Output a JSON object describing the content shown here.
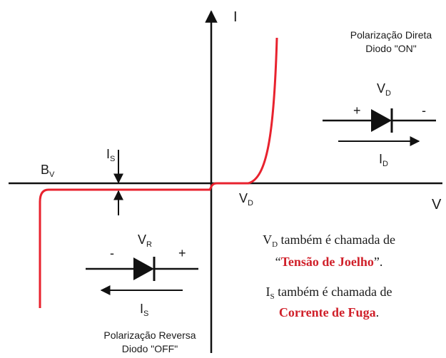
{
  "axes": {
    "y_label": "I",
    "x_label": "V"
  },
  "labels": {
    "breakdown": {
      "main": "B",
      "sub": "V"
    },
    "is_left": {
      "main": "I",
      "sub": "S"
    },
    "vd_axis": {
      "main": "V",
      "sub": "D"
    },
    "id_arrow": {
      "main": "I",
      "sub": "D"
    },
    "vd_top": {
      "main": "V",
      "sub": "D"
    },
    "vr": {
      "main": "V",
      "sub": "R"
    },
    "is_bottom": {
      "main": "I",
      "sub": "S"
    }
  },
  "forward": {
    "title_line1": "Polarização Direta",
    "title_line2": "Diodo \"ON\"",
    "plus": "+",
    "minus": "-"
  },
  "reverse": {
    "title_line1": "Polarização Reversa",
    "title_line2": "Diodo \"OFF\"",
    "plus": "+",
    "minus": "-"
  },
  "notes": {
    "vd_sym": "V",
    "vd_sub": "D",
    "vd_text": " também é chamada de",
    "vd_q_open": "“",
    "vd_highlight": "Tensão de Joelho",
    "vd_q_close": "”.",
    "is_sym": "I",
    "is_sub": "S",
    "is_text": " também é chamada de",
    "is_highlight": "Corrente de Fuga",
    "is_end": "."
  },
  "colors": {
    "curve": "#e8222e",
    "axis": "#111111",
    "highlight": "#d0202a"
  }
}
